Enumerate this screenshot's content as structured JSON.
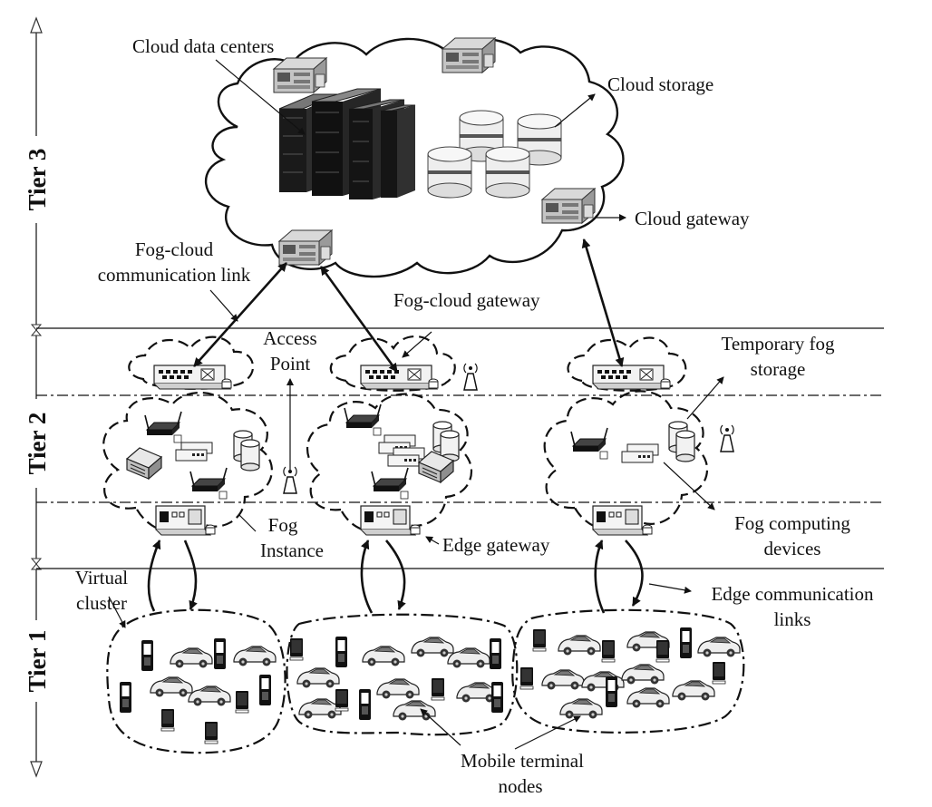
{
  "tiers": {
    "tier3": "Tier 3",
    "tier2": "Tier 2",
    "tier1": "Tier 1"
  },
  "labels": {
    "cloud_data_centers": "Cloud data centers",
    "cloud_storage": "Cloud storage",
    "cloud_gateway": "Cloud gateway",
    "fog_cloud_link_1": "Fog-cloud",
    "fog_cloud_link_2": "communication link",
    "fog_cloud_gateway": "Fog-cloud gateway",
    "access_point_1": "Access",
    "access_point_2": "Point",
    "temp_fog_storage_1": "Temporary fog",
    "temp_fog_storage_2": "storage",
    "fog_instance_1": "Fog",
    "fog_instance_2": "Instance",
    "edge_gateway": "Edge gateway",
    "fog_computing_devices_1": "Fog computing",
    "fog_computing_devices_2": "devices",
    "virtual_cluster_1": "Virtual",
    "virtual_cluster_2": "cluster",
    "edge_comm_links_1": "Edge communication",
    "edge_comm_links_2": "links",
    "mobile_nodes_1": "Mobile terminal",
    "mobile_nodes_2": "nodes"
  },
  "icons": {
    "server_unit": "server-icon",
    "server_rack": "server-rack-icon",
    "database": "database-icon",
    "switch": "network-switch-icon",
    "router": "wifi-router-icon",
    "antenna": "antenna-icon",
    "phone": "mobile-phone-icon",
    "car": "car-icon",
    "gateway_box": "edge-gateway-icon"
  }
}
